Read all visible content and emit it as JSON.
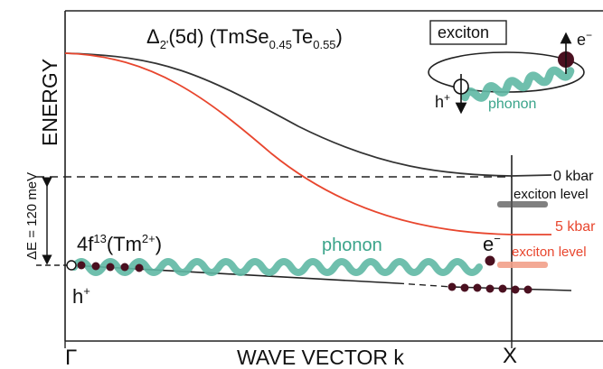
{
  "title": {
    "delta": "Δ",
    "delta_sub": "2'",
    "orbital": "(5d) (TmSe",
    "se_sub": "0.45",
    "te": "Te",
    "te_sub": "0.55",
    "close": ")"
  },
  "y_axis_label": "ENERGY",
  "x_axis_label": "WAVE VECTOR k",
  "x_ticks": {
    "left": "Γ",
    "right": "X"
  },
  "gap_label": "ΔE = 120 meV",
  "level_label": {
    "main": "4f",
    "sup": "13",
    "rest": "(Tm",
    "sup2": "2+",
    "close": ")"
  },
  "pressure_labels": {
    "zero": "0 kbar",
    "five": "5 kbar"
  },
  "exciton_level_labels": {
    "black": "exciton level",
    "red": "exciton level"
  },
  "phonon_label": "phonon",
  "electron": {
    "base": "e",
    "sup": "−"
  },
  "hole": {
    "base": "h",
    "sup": "+"
  },
  "inset": {
    "box_label": "exciton",
    "electron": {
      "base": "e",
      "sup": "−"
    },
    "hole": {
      "base": "h",
      "sup": "+"
    },
    "phonon_label": "phonon"
  },
  "colors": {
    "curve_0kbar": "#333333",
    "curve_5kbar": "#e8462e",
    "phonon": "#5fb8a4",
    "electron": "#4a1020",
    "exciton_red_band": "#f2a08a"
  }
}
